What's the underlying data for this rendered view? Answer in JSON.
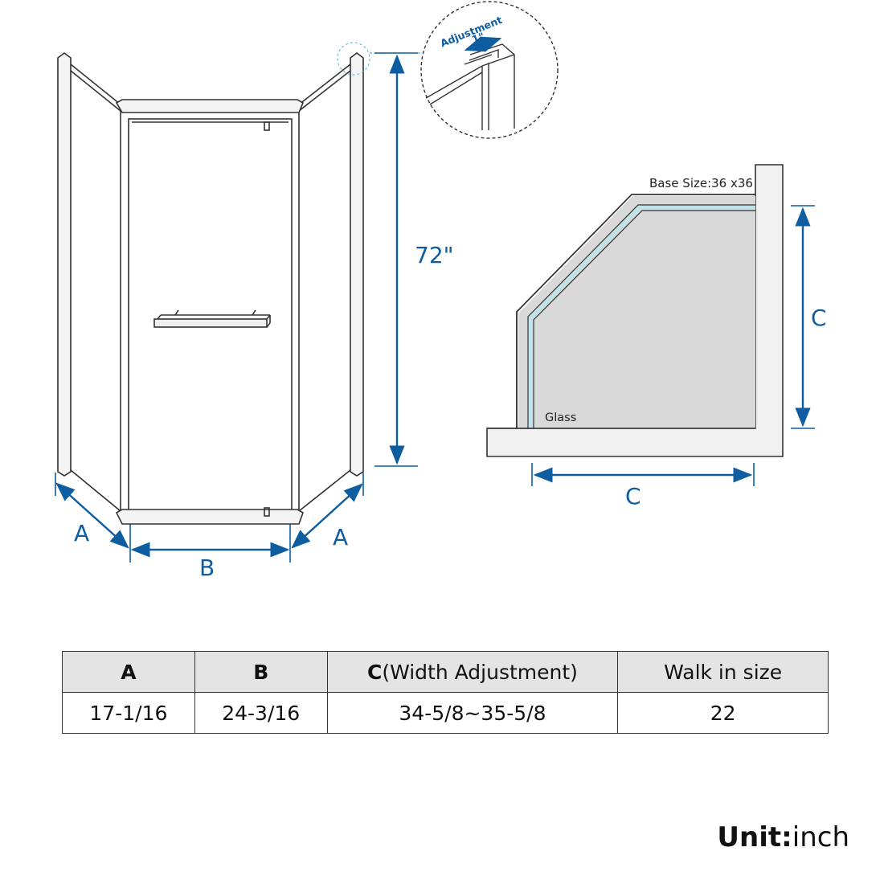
{
  "diagram": {
    "height_label": "72\"",
    "label_a_left": "A",
    "label_a_right": "A",
    "label_b": "B",
    "label_c_bottom": "C",
    "label_c_right": "C",
    "base_size_text": "Base Size:36 x36",
    "glass_text": "Glass",
    "adjustment_text": "Adjustment",
    "adjustment_value": "1\""
  },
  "table": {
    "headers": [
      {
        "bold": "A",
        "normal": ""
      },
      {
        "bold": "B",
        "normal": ""
      },
      {
        "bold": "C",
        "normal": "(Width Adjustment)"
      },
      {
        "bold": "",
        "normal": "Walk in size"
      }
    ],
    "row": [
      "17-1/16",
      "24-3/16",
      "34-5/8~35-5/8",
      "22"
    ]
  },
  "unit": {
    "label": "Unit:",
    "value": "inch"
  },
  "colors": {
    "dimension": "#0e5da0",
    "outline": "#333333",
    "glass_fill": "#d9d9d9",
    "glass_edge": "#bfe3ea",
    "header_bg": "#e4e4e4"
  }
}
